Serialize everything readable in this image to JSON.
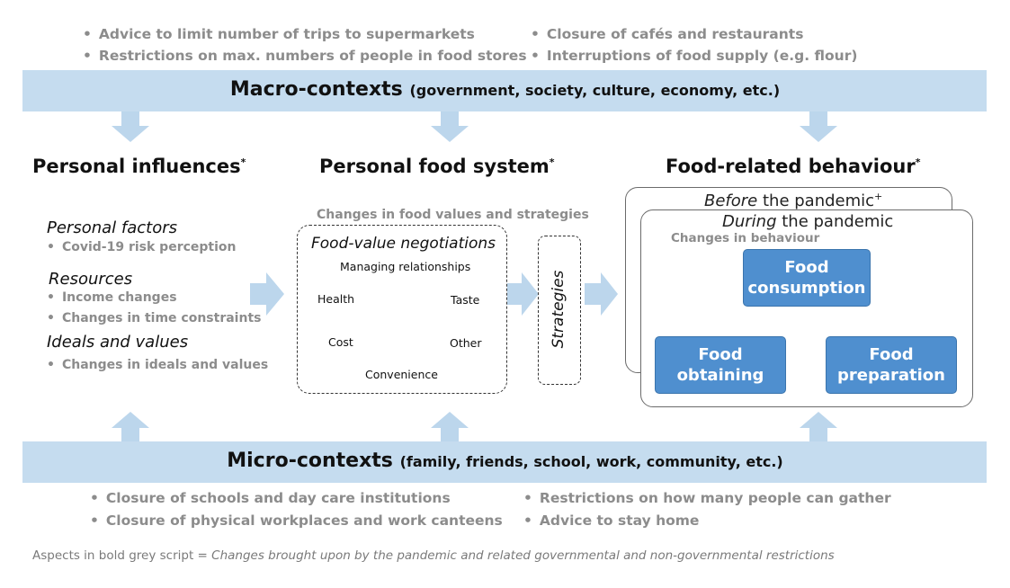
{
  "macro": {
    "title": "Macro-contexts",
    "subtitle": "(government, society, culture, economy, etc.)",
    "bullets_left": [
      "Advice to limit number of trips to supermarkets",
      "Restrictions on max. numbers of people in food stores"
    ],
    "bullets_right": [
      "Closure of cafés and restaurants",
      "Interruptions of food supply (e.g. flour)"
    ]
  },
  "micro": {
    "title": "Micro-contexts",
    "subtitle": "(family, friends, school, work, community, etc.)",
    "bullets_left": [
      "Closure of schools and day care institutions",
      "Closure of physical workplaces and work canteens"
    ],
    "bullets_right": [
      "Restrictions on how many people can gather",
      "Advice to stay home"
    ]
  },
  "personal_influences": {
    "heading": "Personal influences",
    "mark": "*",
    "personal_factors": "Personal factors",
    "personal_factors_items": [
      "Covid-19 risk perception"
    ],
    "resources": "Resources",
    "resources_items": [
      "Income changes",
      "Changes in time constraints"
    ],
    "ideals": "Ideals and values",
    "ideals_items": [
      "Changes in ideals and values"
    ]
  },
  "food_system": {
    "heading": "Personal food system",
    "mark": "*",
    "changes_label": "Changes in food values and strategies",
    "negotiations": "Food-value negotiations",
    "nodes": {
      "top": "Managing relationships",
      "left_upper": "Health",
      "right_upper": "Taste",
      "left_lower": "Cost",
      "right_lower": "Other",
      "bottom": "Convenience"
    },
    "strategies": "Strategies"
  },
  "behaviour": {
    "heading": "Food-related behaviour",
    "mark": "*",
    "before_em": "Before",
    "before_rest": " the pandemic",
    "before_mark": "+",
    "during_em": "During",
    "during_rest": " the pandemic",
    "changes_label": "Changes in behaviour",
    "consumption": "Food consumption",
    "obtaining": "Food obtaining",
    "preparation": "Food preparation"
  },
  "footnote": {
    "prefix": "Aspects in bold grey script = ",
    "italic": "Changes brought upon by the pandemic and related governmental and non-governmental restrictions"
  },
  "colors": {
    "band": "#c5dcef",
    "arrow": "#bcd6ec",
    "box": "#4f8fcf",
    "grey_text": "#8c8c8c"
  }
}
